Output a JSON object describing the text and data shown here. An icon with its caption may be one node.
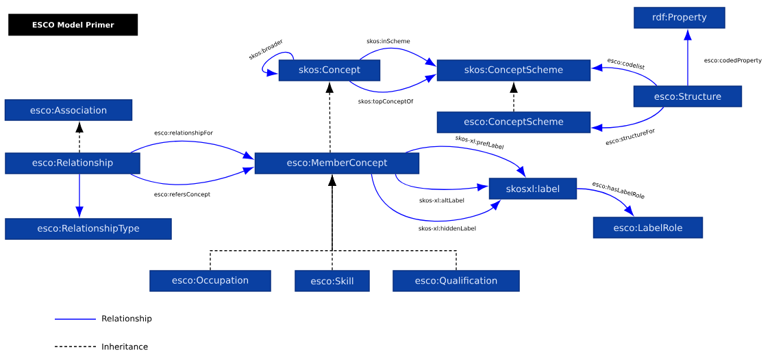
{
  "diagram": {
    "title": "ESCO Model Primer",
    "nodes": [
      {
        "text": [
          "skos:Concept"
        ]
      },
      {
        "text": [
          "skos:ConceptScheme"
        ]
      },
      {
        "text": [
          "rdf:Property"
        ]
      },
      {
        "text": [
          "esco:Structure"
        ]
      },
      {
        "text": [
          "esco:Association"
        ]
      },
      {
        "text": [
          "esco:ConceptScheme"
        ]
      },
      {
        "text": [
          "esco:Relationship"
        ]
      },
      {
        "text": [
          "esco:MemberConcept"
        ]
      },
      {
        "text": [
          "skosxl:label"
        ]
      },
      {
        "text": [
          "esco:RelationshipType"
        ]
      },
      {
        "text": [
          "esco:LabelRole"
        ]
      },
      {
        "text": [
          "esco:Occupation"
        ]
      },
      {
        "text": [
          "esco:Skill"
        ]
      },
      {
        "text": [
          "esco:Qualification"
        ]
      }
    ],
    "edges": [
      {
        "from": 0,
        "to": 0,
        "arrow": "to",
        "label": "skos:broader"
      },
      {
        "from": 0,
        "to": 1,
        "arrow": "to",
        "label": "skos:inScheme"
      },
      {
        "from": 0,
        "to": 1,
        "arrow": "to",
        "label": "skos:topConceptOf"
      },
      {
        "from": 5,
        "to": 1,
        "arrow": "to",
        "style": "dashed",
        "color": "#000000"
      },
      {
        "from": 3,
        "to": 2,
        "arrow": "to",
        "label": "esco:codedProperty"
      },
      {
        "from": 3,
        "to": 1,
        "arrow": "to",
        "label": "esco:codelist"
      },
      {
        "from": 3,
        "to": 5,
        "arrow": "to",
        "label": "esco:structureFor"
      },
      {
        "from": 6,
        "to": 4,
        "arrow": "to",
        "style": "dashed",
        "color": "#000000"
      },
      {
        "from": 6,
        "to": 7,
        "arrow": "to",
        "label": "esco:relationshipFor"
      },
      {
        "from": 6,
        "to": 7,
        "arrow": "to",
        "label": "esco:refersConcept"
      },
      {
        "from": 6,
        "to": 9,
        "arrow": "to"
      },
      {
        "from": 7,
        "to": 0,
        "arrow": "to",
        "style": "dashed",
        "color": "#000000"
      },
      {
        "from": 7,
        "to": 8,
        "arrow": "to",
        "label": "skos-xl:prefLabel"
      },
      {
        "from": 7,
        "to": 8,
        "arrow": "to",
        "label": "skos-xl:altLabel"
      },
      {
        "from": 7,
        "to": 8,
        "arrow": "to",
        "label": "skos-xl:hiddenLabel"
      },
      {
        "from": 8,
        "to": 10,
        "arrow": "to",
        "label": "esco:hasLabelRole"
      },
      {
        "from": 11,
        "to": 7,
        "arrow": "to",
        "style": "dashed",
        "color": "#000000"
      },
      {
        "from": 12,
        "to": 7,
        "arrow": "to",
        "style": "dashed",
        "color": "#000000"
      },
      {
        "from": 13,
        "to": 7,
        "arrow": "to",
        "style": "dashed",
        "color": "#000000"
      }
    ],
    "legend": [
      {
        "text": "Relationship"
      },
      {
        "text": "Inheritance"
      }
    ]
  }
}
